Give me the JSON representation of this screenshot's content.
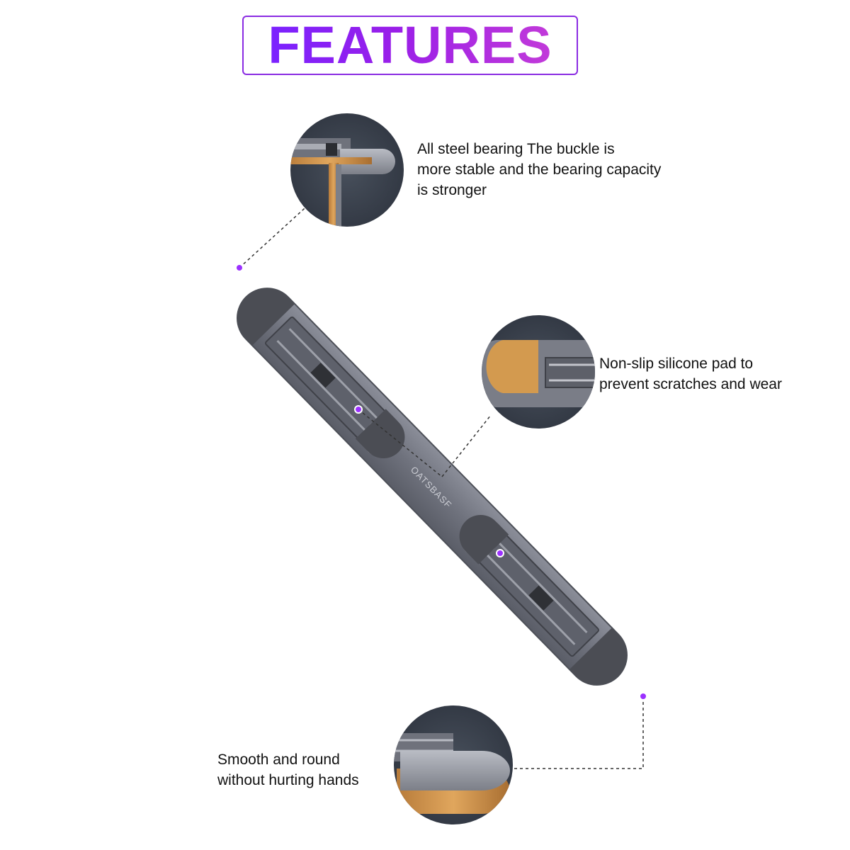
{
  "title": "FEATURES",
  "brand_imprint": "OATSBASF",
  "features": [
    {
      "id": "steel",
      "text": "All steel bearing The buckle is\nmore stable and the bearing capacity\nis stronger"
    },
    {
      "id": "pad",
      "text": "Non-slip silicone pad to\nprevent scratches and wear"
    },
    {
      "id": "round",
      "text": "Smooth and round\nwithout hurting hands"
    }
  ],
  "colors": {
    "accent": "#8a2be2",
    "marker": "#9b30ff",
    "stand_metal": "#6e717d",
    "pad": "#4a4c52",
    "zoom_bg": "#3b414c",
    "silicone": "#d39a4f"
  }
}
